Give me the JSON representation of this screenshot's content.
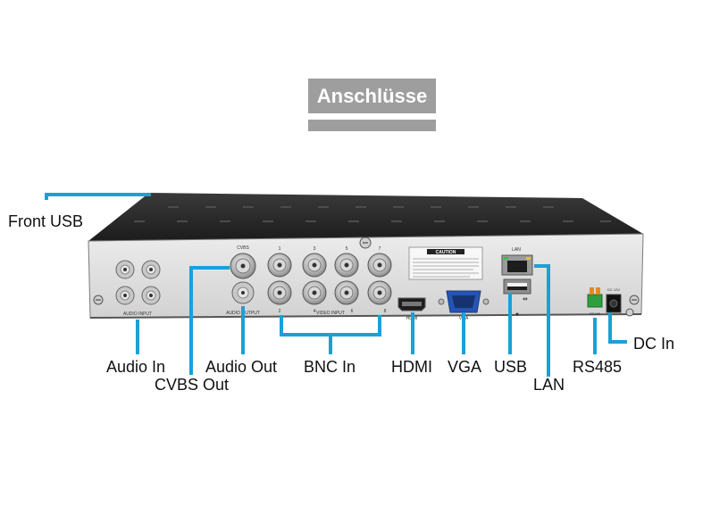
{
  "title": "Anschlüsse",
  "labels": {
    "front_usb": "Front USB",
    "audio_in": "Audio In",
    "cvbs_out": "CVBS Out",
    "audio_out": "Audio Out",
    "bnc_in": "BNC In",
    "hdmi": "HDMI",
    "vga": "VGA",
    "usb": "USB",
    "lan": "LAN",
    "rs485": "RS485",
    "dc_in": "DC In"
  },
  "panel_text": {
    "cvbs": "CVBS",
    "audio_output": "AUDIO OUTPUT",
    "audio_input": "AUDIO INPUT",
    "video_input": "VIDEO INPUT",
    "hdmi": "HDMI",
    "vga": "VGA",
    "lan": "LAN",
    "caution": "CAUTION",
    "dc": "DC 12V",
    "rs485": "RS485",
    "ch1": "1",
    "ch2": "2",
    "ch3": "3",
    "ch4": "4",
    "ch5": "5",
    "ch6": "6",
    "ch7": "7",
    "ch8": "8"
  },
  "colors": {
    "callout": "#1aa0d8",
    "title_bg": "#9e9e9e"
  }
}
